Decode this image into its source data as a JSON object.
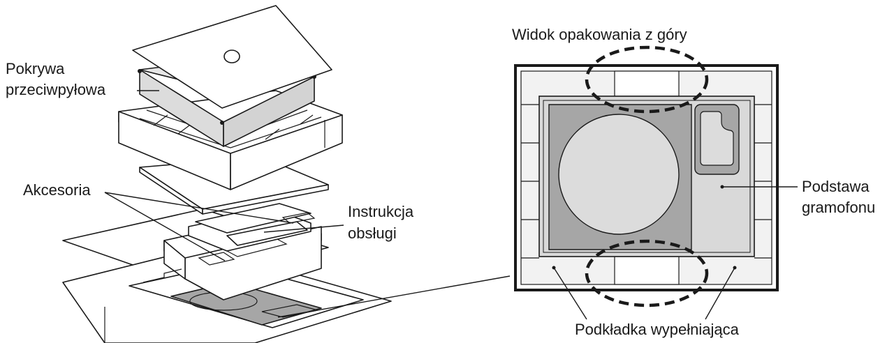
{
  "labels": {
    "dust_cover": [
      "Pokrywa",
      "przeciwpyłowa"
    ],
    "accessories": "Akcesoria",
    "manual": [
      "Instrukcja",
      "obsługi"
    ],
    "top_view_title": "Widok opakowania z góry",
    "turntable_base": [
      "Podstawa",
      "gramofonu"
    ],
    "filler_pad": "Podkładka wypełniająca"
  },
  "colors": {
    "line": "#1a1a1a",
    "panel_light": "#f2f2f2",
    "panel_mid": "#d9d9d9",
    "panel_dark": "#a6a6a6",
    "platter": "#dcdcdc"
  }
}
